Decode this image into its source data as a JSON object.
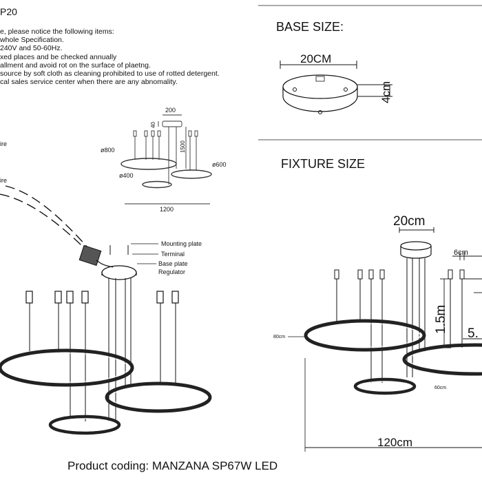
{
  "header": {
    "code_fragment": "P20"
  },
  "notes": [
    "e, please notice the following items:",
    "whole Specification.",
    "240V and 50-60Hz.",
    "xed places and be checked annually",
    "allment and avoid rot on the surface of plaetng.",
    "source by soft cloth as cleaning prohibited to use of rotted detergent.",
    "cal sales service center when there are any abnomality."
  ],
  "wire_labels": [
    "ire",
    "ire"
  ],
  "small_dims": {
    "plate_width": "200",
    "plate_height": "40",
    "drop_length": "1500",
    "ring_large": "ø800",
    "ring_mid": "ø600",
    "ring_small": "ø400",
    "total_width": "1200"
  },
  "parts": [
    "Mounting plate",
    "Terminal",
    "Base plate",
    "Regulator"
  ],
  "base": {
    "title": "BASE SIZE:",
    "diameter": "20CM",
    "height": "4cm"
  },
  "fixture": {
    "title": "FIXTURE SIZE",
    "canopy": "20cm",
    "pendant": "6cm",
    "drop": "1.5m",
    "cut_value": "5.",
    "ring_large": "80cm",
    "ring_small": "60cm",
    "width": "120cm"
  },
  "footer": {
    "product_coding": "Product coding: MANZANA SP67W LED"
  },
  "colors": {
    "line": "#111111",
    "ring_fill": "#222222",
    "ring_inner": "#ffffff",
    "divider": "#555555"
  }
}
